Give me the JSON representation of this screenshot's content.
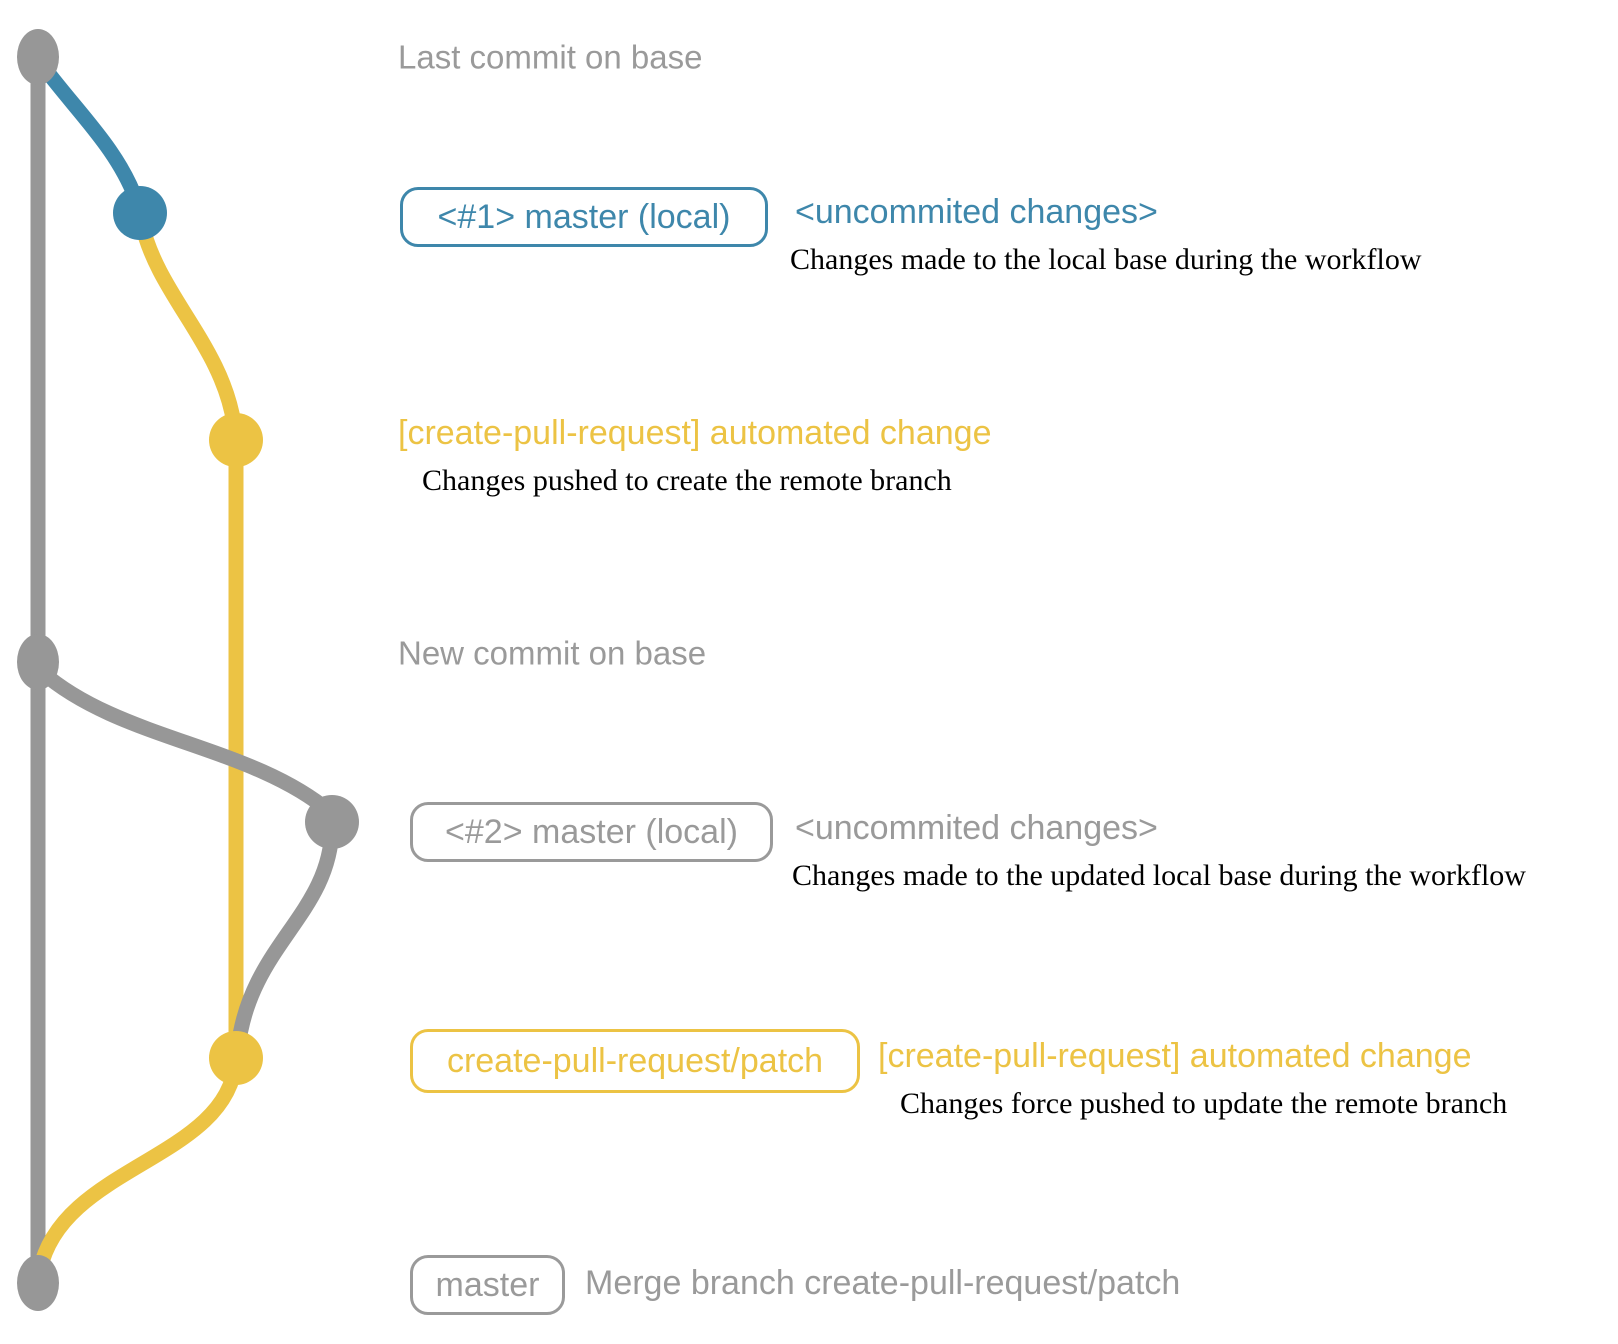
{
  "colors": {
    "gray": "#979797",
    "gray_text": "#9a9a9a",
    "blue": "#3e87ab",
    "yellow": "#ecc344",
    "black": "#000000",
    "bg": "#ffffff"
  },
  "rows": {
    "last_commit": {
      "label": "Last commit on base"
    },
    "commit1": {
      "badge": "<#1> master (local)",
      "headline": "<uncommited changes>",
      "description": "Changes made to the local base during the workflow"
    },
    "push1": {
      "headline": "[create-pull-request] automated change",
      "description": "Changes pushed to create the remote branch"
    },
    "new_commit": {
      "label": "New commit on base"
    },
    "commit2": {
      "badge": "<#2> master (local)",
      "headline": "<uncommited changes>",
      "description": "Changes made to the updated local base during the workflow"
    },
    "push2": {
      "badge": "create-pull-request/patch",
      "headline": "[create-pull-request] automated change",
      "description": "Changes force pushed to update the remote branch"
    },
    "merge": {
      "badge": "master",
      "headline": "Merge branch create-pull-request/patch"
    }
  }
}
